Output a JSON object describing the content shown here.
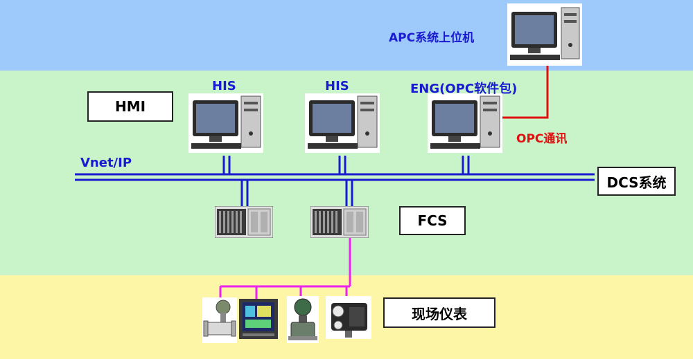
{
  "labels": {
    "apc_host": "APC系统上位机",
    "his_1": "HIS",
    "his_2": "HIS",
    "eng": "ENG(OPC软件包)",
    "opc_comm": "OPC通讯",
    "network": "Vnet/IP"
  },
  "boxes": {
    "hmi": "HMI",
    "dcs_system": "DCS系统",
    "fcs": "FCS",
    "field_instruments": "现场仪表"
  },
  "colors": {
    "apc_band": "#9ec9fb",
    "dcs_band": "#c9f3c8",
    "field_band": "#fcf6a6",
    "network_line": "#1a1ad0",
    "opc_line": "#e11010",
    "field_bus": "#ee22ee"
  },
  "icons": [
    "desktop-computer-icon",
    "controller-rack-icon",
    "flowmeter-icon",
    "recorder-display-icon",
    "pressure-transmitter-icon",
    "valve-positioner-icon"
  ]
}
